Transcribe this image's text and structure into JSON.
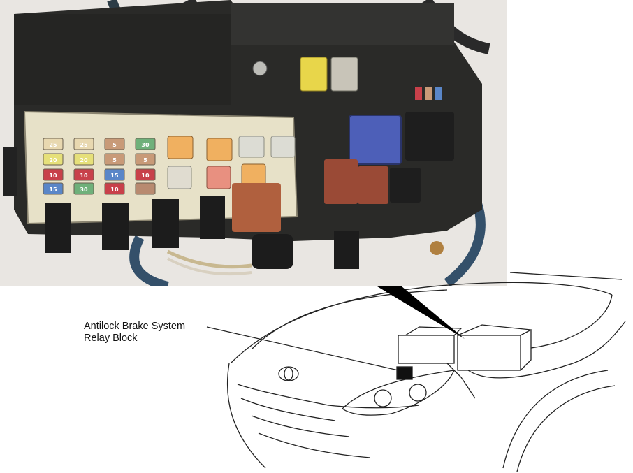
{
  "figure": {
    "callout_line1": "Antilock Brake System",
    "callout_line2": "Relay Block"
  },
  "fuses": [
    {
      "label": "25",
      "color": "#e8d8b0"
    },
    {
      "label": "25",
      "color": "#e8d8b0"
    },
    {
      "label": "5",
      "color": "#c89a78"
    },
    {
      "label": "30",
      "color": "#6fb07a"
    },
    {
      "label": "20",
      "color": "#e6e07a"
    },
    {
      "label": "20",
      "color": "#e6e07a"
    },
    {
      "label": "5",
      "color": "#c89a78"
    },
    {
      "label": "5",
      "color": "#c89a78"
    },
    {
      "label": "10",
      "color": "#c8404a"
    },
    {
      "label": "10",
      "color": "#c8404a"
    },
    {
      "label": "15",
      "color": "#5a86c8"
    },
    {
      "label": "10",
      "color": "#c8404a"
    },
    {
      "label": "15",
      "color": "#5a86c8"
    },
    {
      "label": "30",
      "color": "#6fb07a"
    },
    {
      "label": "10",
      "color": "#c8404a"
    },
    {
      "label": "",
      "color": "#b88a70"
    }
  ],
  "colors": {
    "housing": "#2a2a28",
    "panel": "#e7e1c8",
    "relay_blue": "#4d5fb8",
    "relay_brown": "#9a4a36",
    "relay_tan": "#b0603e",
    "fuse_yellow": "#e8d64a"
  }
}
